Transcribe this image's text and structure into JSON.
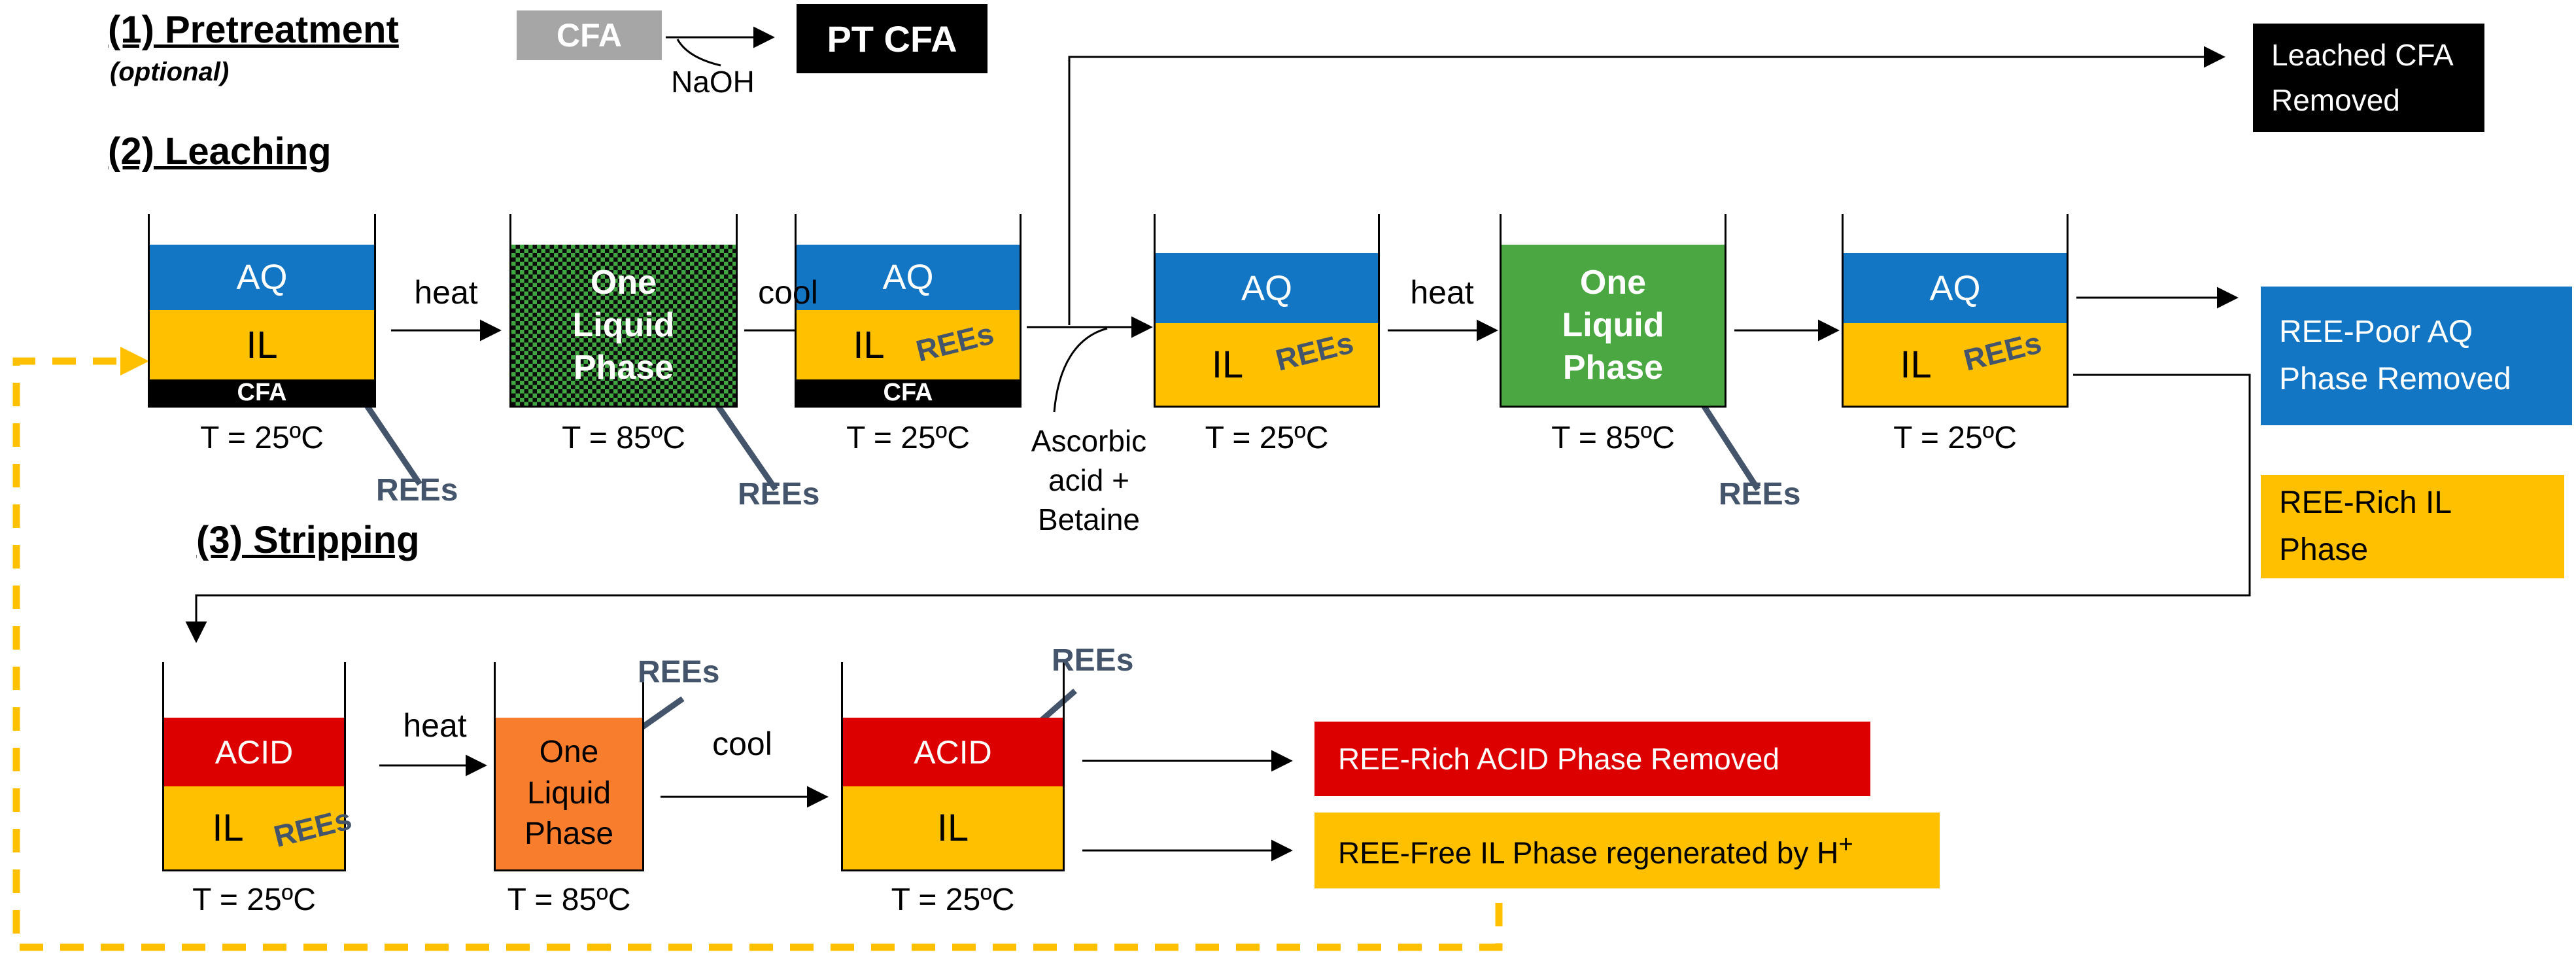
{
  "headings": {
    "step1": "(1) Pretreatment",
    "step1_note": "(optional)",
    "step2": "(2) Leaching",
    "step3": "(3) Stripping"
  },
  "pretreatment": {
    "cfa": "CFA",
    "naoh": "NaOH",
    "pt_cfa": "PT CFA",
    "leached_cfa_1": "Leached CFA",
    "leached_cfa_2": "Removed"
  },
  "phases": {
    "aq": "AQ",
    "il": "IL",
    "cfa": "CFA",
    "acid": "ACID",
    "one_1": "One",
    "one_2": "Liquid",
    "one_3": "Phase",
    "rees": "REEs"
  },
  "process": {
    "heat": "heat",
    "cool": "cool",
    "t25": "T = 25ºC",
    "t85": "T = 85ºC",
    "additive_1": "Ascorbic",
    "additive_2": "acid +",
    "additive_3": "Betaine"
  },
  "outputs": {
    "ree_poor_1": "REE-Poor AQ",
    "ree_poor_2": "Phase Removed",
    "ree_rich_il_1": "REE-Rich IL",
    "ree_rich_il_2": "Phase",
    "ree_rich_acid": "REE-Rich ACID Phase Removed",
    "ree_free_il": "REE-Free IL Phase regenerated by H",
    "ree_free_il_sup": "+"
  },
  "colors": {
    "aq_blue": "#1276C5",
    "il_gold": "#FFC000",
    "cfa_black": "#000000",
    "acid_red": "#DD0000",
    "one_phase_green": "#4BA742",
    "one_phase_orange": "#F87E2D",
    "pretreat_gray": "#A6A6A6",
    "rees_slate": "#44546A",
    "recycle_loop_gold": "#FFC000"
  }
}
